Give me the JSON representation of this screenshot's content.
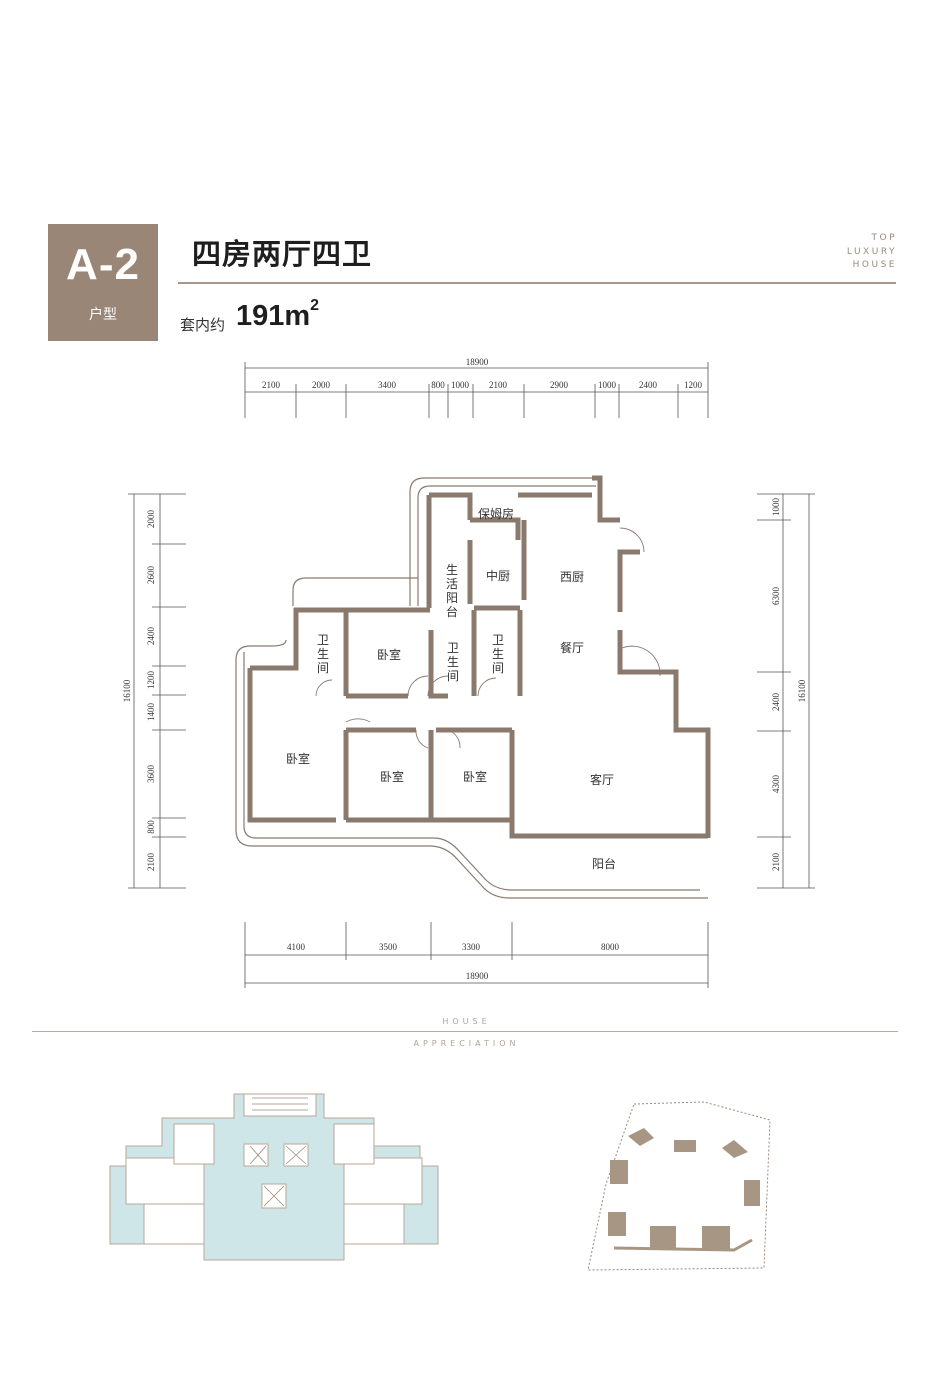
{
  "header": {
    "unit_code": "A-2",
    "unit_type_label": "户型",
    "layout_title": "四房两厅四卫",
    "area_prefix": "套内约",
    "area_value": "191m",
    "area_sup": "2",
    "tagline": [
      "TOP",
      "LUXURY",
      "HOUSE"
    ]
  },
  "dimensions": {
    "top_total": "18900",
    "top_segments": [
      "2100",
      "2000",
      "3400",
      "800",
      "1000",
      "2100",
      "2900",
      "1000",
      "2400",
      "1200"
    ],
    "bottom_segments": [
      "4100",
      "3500",
      "3300",
      "8000"
    ],
    "bottom_total": "18900",
    "left_total": "16100",
    "left_segments": [
      "2000",
      "2600",
      "2400",
      "1200",
      "1400",
      "3600",
      "800",
      "2100"
    ],
    "right_total": "16100",
    "right_segments": [
      "1000",
      "6300",
      "2400",
      "4300",
      "2100"
    ]
  },
  "rooms": {
    "nanny": "保姆房",
    "living_balcony": [
      "生",
      "活",
      "阳",
      "台"
    ],
    "chinese_kitchen": "中厨",
    "western_kitchen": "西厨",
    "dining": "餐厅",
    "bath_1": [
      "卫",
      "生",
      "间"
    ],
    "bath_2": [
      "卫",
      "生",
      "间"
    ],
    "bath_3": [
      "卫",
      "生",
      "间"
    ],
    "bedroom_1": "卧室",
    "bedroom_2": "卧室",
    "bedroom_3": "卧室",
    "bedroom_4": "卧室",
    "living": "客厅",
    "balcony": "阳台"
  },
  "section": {
    "caption_top": "HOUSE",
    "caption_bottom": "APPRECIATION"
  },
  "colors": {
    "accent": "#9a8676",
    "wall": "#8a7a6e",
    "highlight": "#cfe6e8"
  }
}
